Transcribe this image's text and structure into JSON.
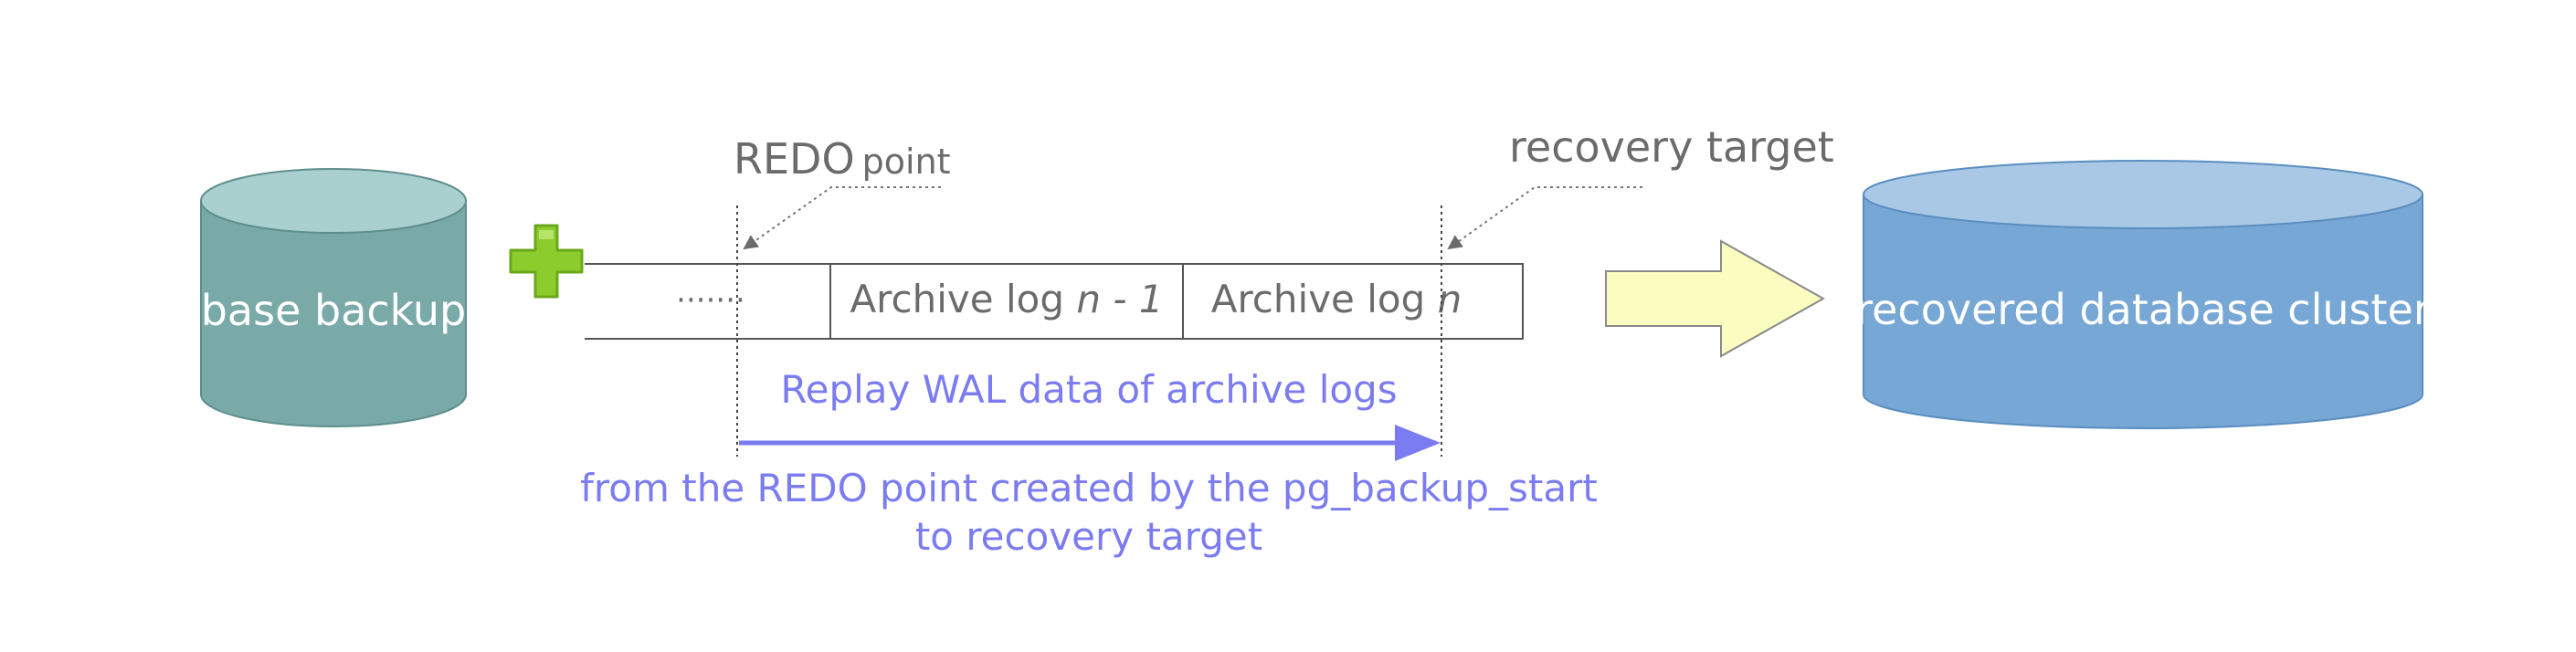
{
  "base_backup": {
    "label": "base backup",
    "top_color": "#a9cfcf",
    "body_color": "#79aaa8"
  },
  "plus_icon": {
    "name": "plus-icon",
    "color": "#8ccc2c"
  },
  "archive": {
    "ellipsis": "·······",
    "log_prev_text": "Archive log ",
    "log_prev_var": "n",
    "log_prev_suffix": " - 1",
    "log_last_text": "Archive log ",
    "log_last_var": "n"
  },
  "redo_point": {
    "main": "REDO",
    "small": "point"
  },
  "recovery_target": {
    "label": "recovery target"
  },
  "replay": {
    "title": "Replay WAL data of archive logs",
    "detail_line1": "from the REDO point created by the pg_backup_start",
    "detail_line2": "to recovery target",
    "color": "#7b7bf2"
  },
  "arrow_icon": {
    "name": "right-arrow-icon",
    "fill": "#fbfcc0",
    "stroke": "#8a8a8a"
  },
  "recovered_cluster": {
    "label": "recovered database cluster",
    "top_color": "#a9c8e6",
    "body_color": "#77a7d4"
  }
}
